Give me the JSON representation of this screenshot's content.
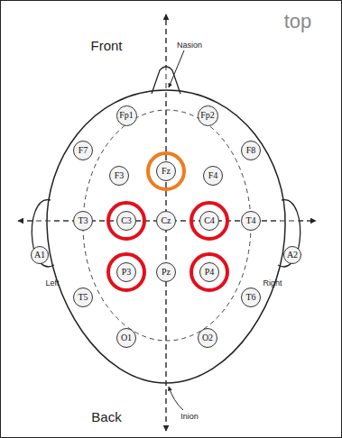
{
  "diagram": {
    "nodes": [
      {
        "text": [
          "Fp1"
        ]
      },
      {
        "text": [
          "Fp2"
        ]
      },
      {
        "text": [
          "F7"
        ]
      },
      {
        "text": [
          "F3"
        ]
      },
      {
        "text": [
          "Fz"
        ]
      },
      {
        "text": [
          "F4"
        ]
      },
      {
        "text": [
          "F8"
        ]
      },
      {
        "text": [
          "A1"
        ]
      },
      {
        "text": [
          "T3"
        ]
      },
      {
        "text": [
          "C3"
        ]
      },
      {
        "text": [
          "Cz"
        ]
      },
      {
        "text": [
          "C4"
        ]
      },
      {
        "text": [
          "T4"
        ]
      },
      {
        "text": [
          "A2"
        ]
      },
      {
        "text": [
          "T5"
        ]
      },
      {
        "text": [
          "P3"
        ]
      },
      {
        "text": [
          "Pz"
        ]
      },
      {
        "text": [
          "P4"
        ]
      },
      {
        "text": [
          "T6"
        ]
      },
      {
        "text": [
          "O1"
        ]
      },
      {
        "text": [
          "O2"
        ]
      }
    ],
    "labels": [
      "top",
      "Front",
      "Nasion",
      "Left",
      "Right",
      "Back",
      "Inion"
    ]
  }
}
